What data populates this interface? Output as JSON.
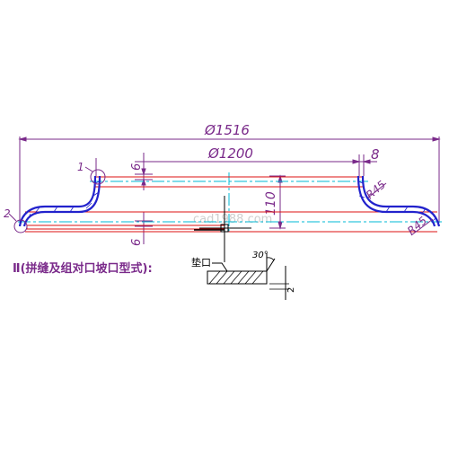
{
  "drawing": {
    "dim_outer_diameter": "Ø1516",
    "dim_inner_diameter": "Ø1200",
    "dim_gap": "8",
    "dim_height": "110",
    "dim_thickness_top": "6",
    "dim_thickness_bottom": "6",
    "radius_upper": "R45",
    "radius_lower": "R45",
    "marker_1": "1",
    "marker_2": "2",
    "section_title": "Ⅱ(拼缝及组对口坡口型式):",
    "groove_label": "垫口",
    "groove_angle": "30°",
    "groove_dim": "2",
    "watermark": "cad1988.com"
  },
  "colors": {
    "outline": "#2222cc",
    "dimension": "#7a2a8a",
    "centerline": "#00b8d4",
    "section": "#dd1111",
    "hatch": "#2222cc"
  }
}
